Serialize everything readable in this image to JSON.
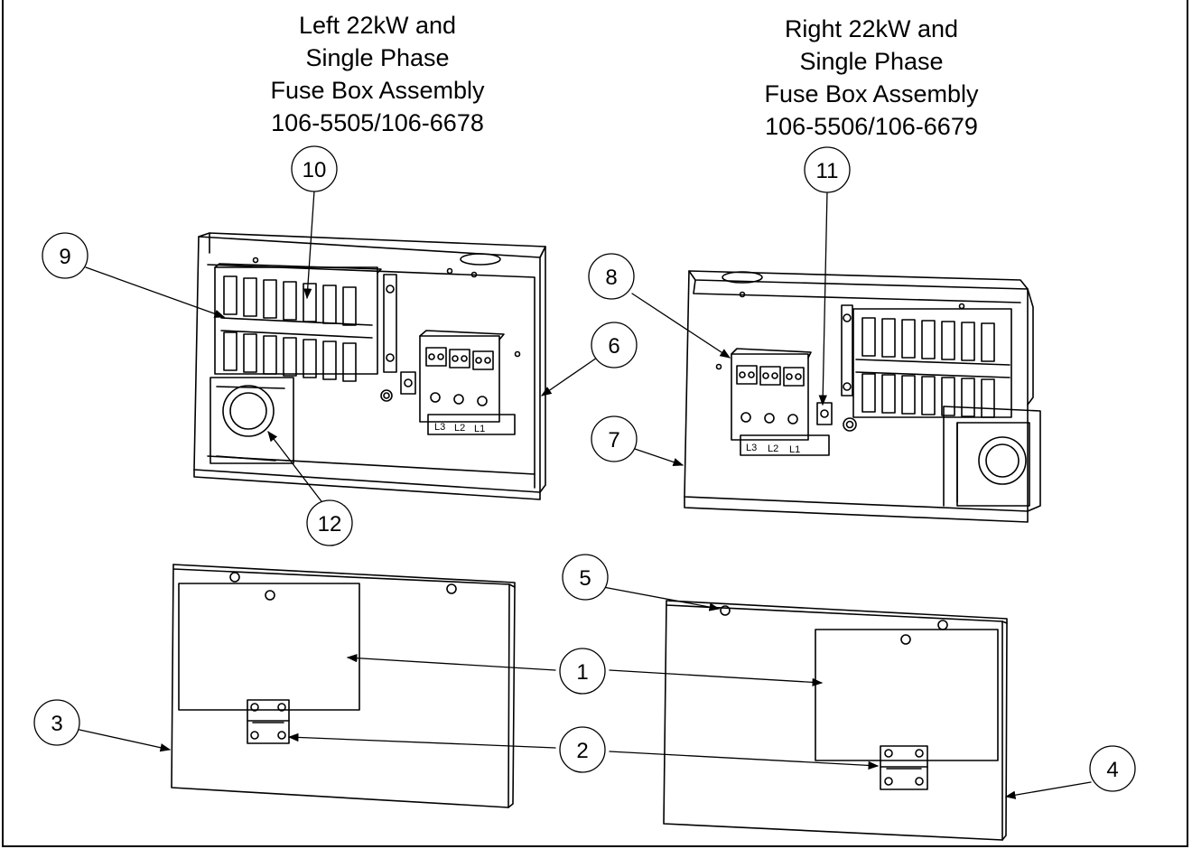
{
  "titles": {
    "left": [
      "Left 22kW and",
      "Single Phase",
      "Fuse Box Assembly",
      "106-5505/106-6678"
    ],
    "right": [
      "Right 22kW and",
      "Single Phase",
      "Fuse Box Assembly",
      "106-5506/106-6679"
    ]
  },
  "callouts": [
    "1",
    "1",
    "2",
    "2",
    "3",
    "4",
    "5",
    "6",
    "7",
    "8",
    "9",
    "10",
    "11",
    "12"
  ],
  "terminal_labels": [
    "L3",
    "L2",
    "L1"
  ]
}
